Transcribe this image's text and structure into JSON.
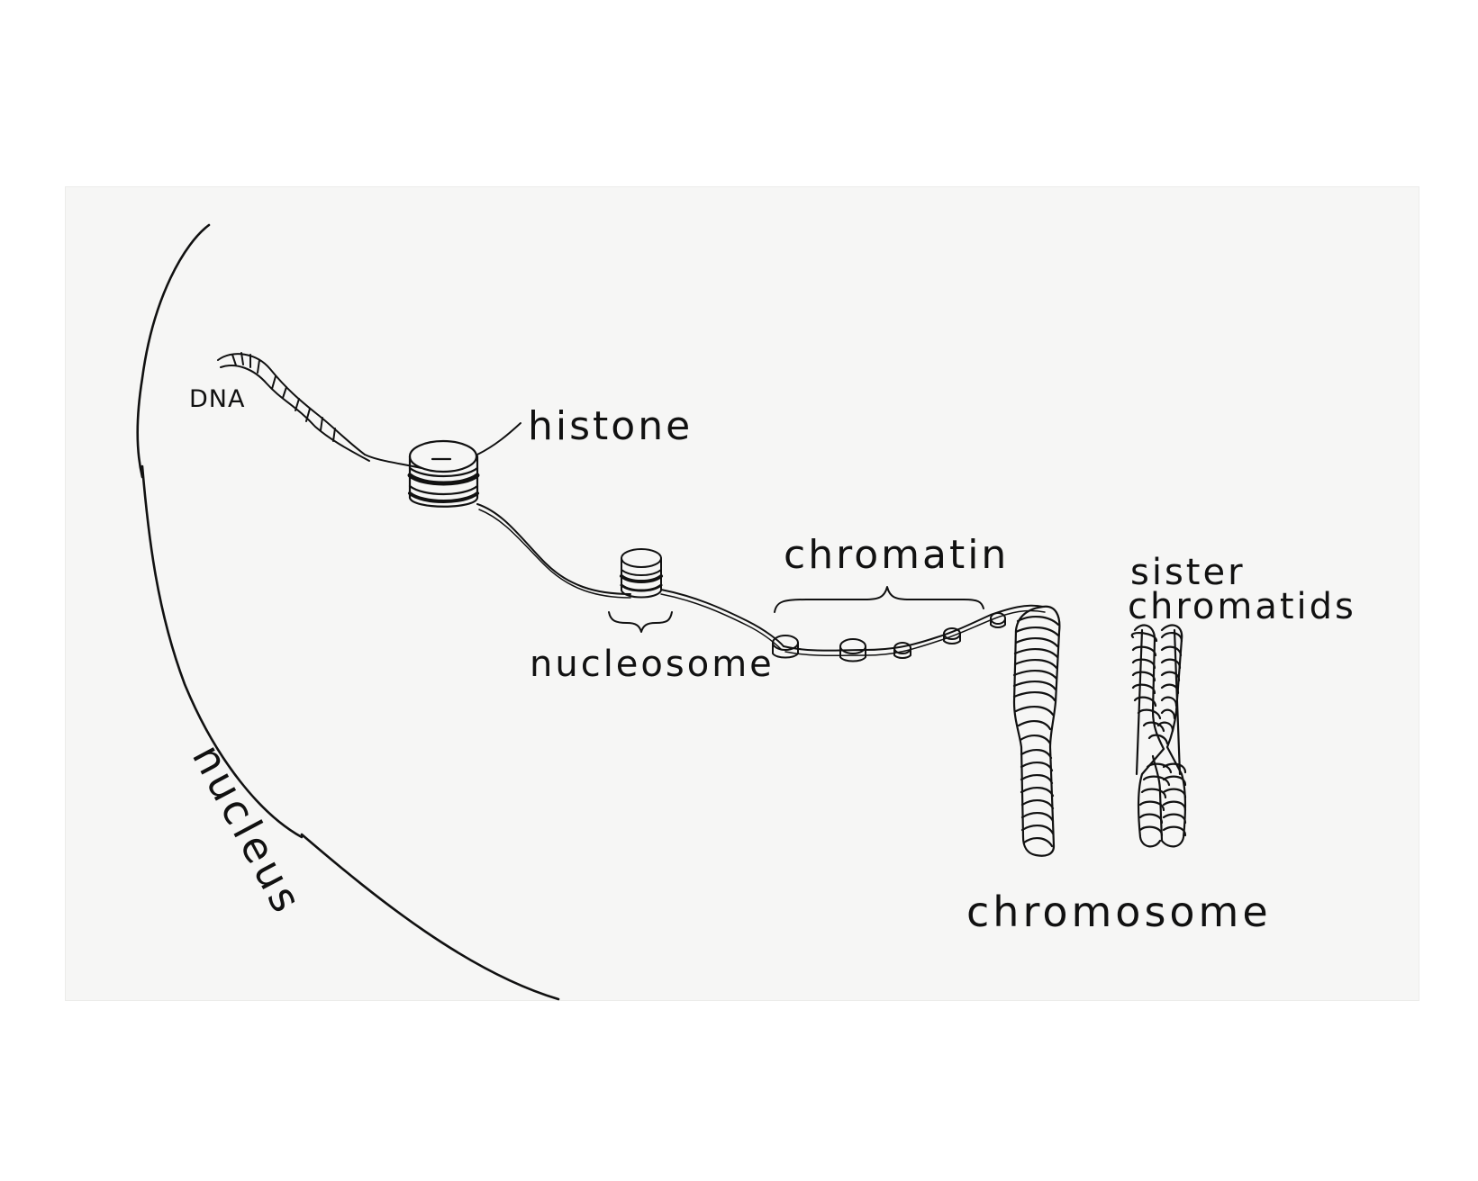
{
  "labels": {
    "dna": "DNA",
    "histone": "histone",
    "nucleosome": "nucleosome",
    "chromatin": "chromatin",
    "sister_line1": "sister",
    "sister_line2": "chromatids",
    "chromosome": "chromosome",
    "nucleus": "nucleus"
  },
  "colors": {
    "ink": "#111111",
    "paper": "#f6f6f5"
  }
}
